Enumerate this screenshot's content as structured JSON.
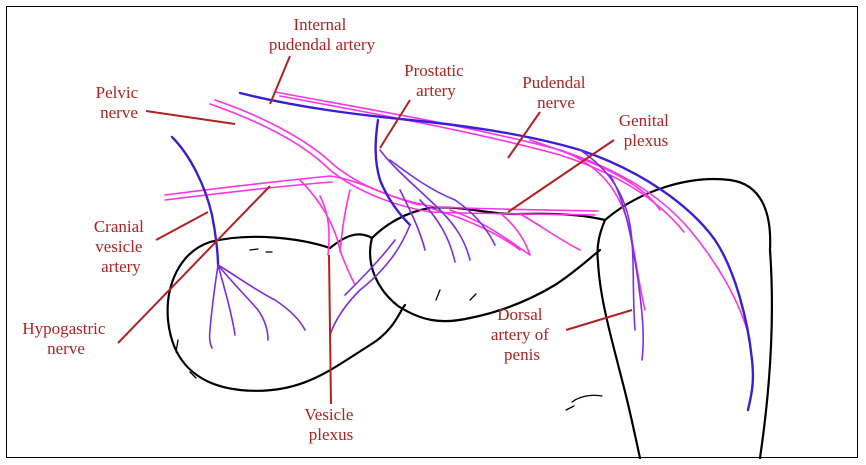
{
  "colors": {
    "label": "#b22222",
    "nerve": "#ff33e6",
    "artery": "#3b1fd6",
    "outline": "#000000"
  },
  "labels": {
    "internal_pudendal_artery": [
      "Internal",
      "pudendal artery"
    ],
    "prostatic_artery": [
      "Prostatic",
      "artery"
    ],
    "pudendal_nerve": [
      "Pudendal",
      "nerve"
    ],
    "pelvic_nerve": [
      "Pelvic",
      "nerve"
    ],
    "genital_plexus": [
      "Genital",
      "plexus"
    ],
    "cranial_vesicle_artery": [
      "Cranial",
      "vesicle",
      "artery"
    ],
    "hypogastric_nerve": [
      "Hypogastric",
      "nerve"
    ],
    "dorsal_artery_of_penis": [
      "Dorsal",
      "artery of",
      "penis"
    ],
    "vesicle_plexus": [
      "Vesicle",
      "plexus"
    ]
  }
}
